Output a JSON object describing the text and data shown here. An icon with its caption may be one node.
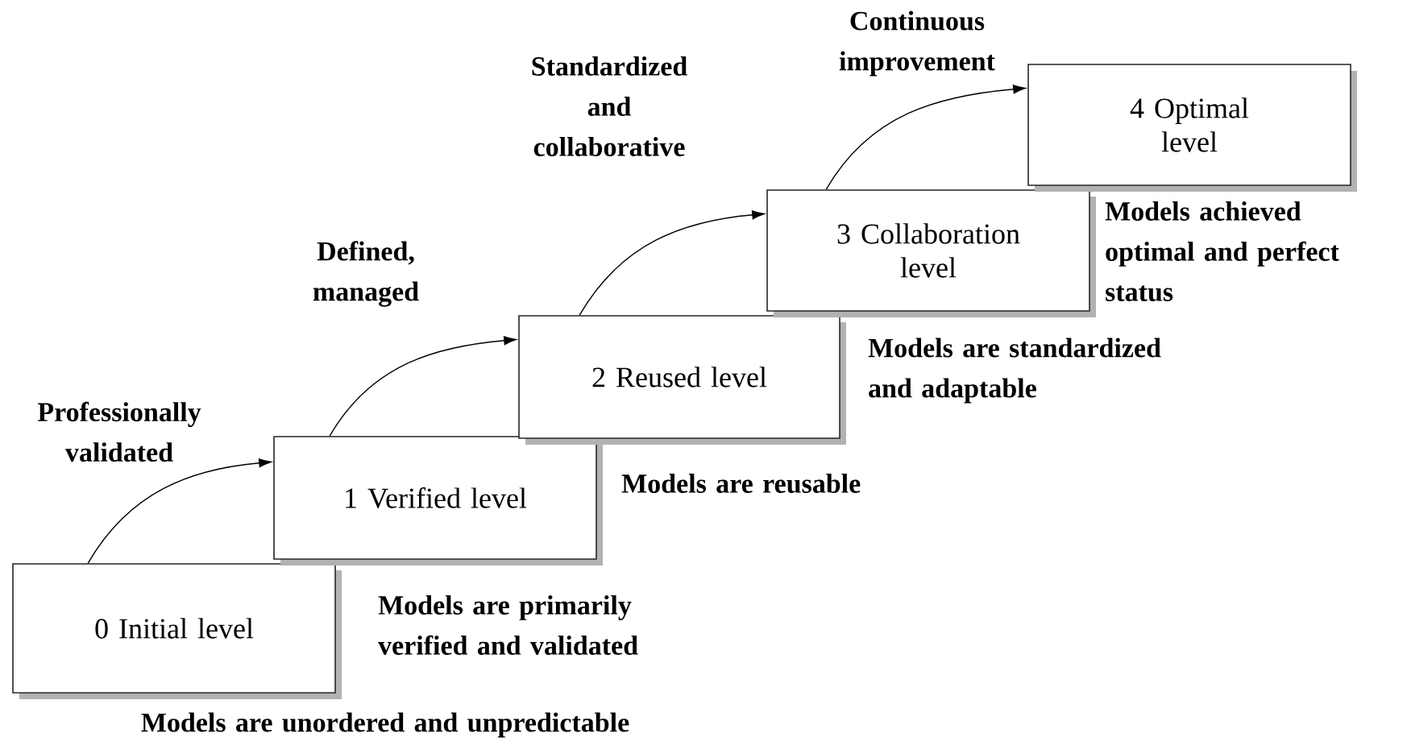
{
  "diagram": {
    "nodes": [
      {
        "text": [
          "0 Initial level"
        ]
      },
      {
        "text": [
          "1 Verified level"
        ]
      },
      {
        "text": [
          "2 Reused level"
        ]
      },
      {
        "text": [
          "3 Collaboration level"
        ]
      },
      {
        "text": [
          "4 Optimal level"
        ]
      }
    ],
    "edges": [
      {
        "from": 0,
        "to": 1,
        "arrow": "to",
        "label": "Professionally validated"
      },
      {
        "from": 1,
        "to": 2,
        "arrow": "to",
        "label": "Defined, managed"
      },
      {
        "from": 2,
        "to": 3,
        "arrow": "to",
        "label": "Standardized and collaborative"
      },
      {
        "from": 3,
        "to": 4,
        "arrow": "to",
        "label": "Continuous improvement"
      }
    ],
    "labels": [
      "Models achieved optimal and perfect status",
      "Models are standardized and adaptable",
      "Models are reusable",
      "Models are primarily verified and validated",
      "Models are unordered and unpredictable"
    ]
  }
}
